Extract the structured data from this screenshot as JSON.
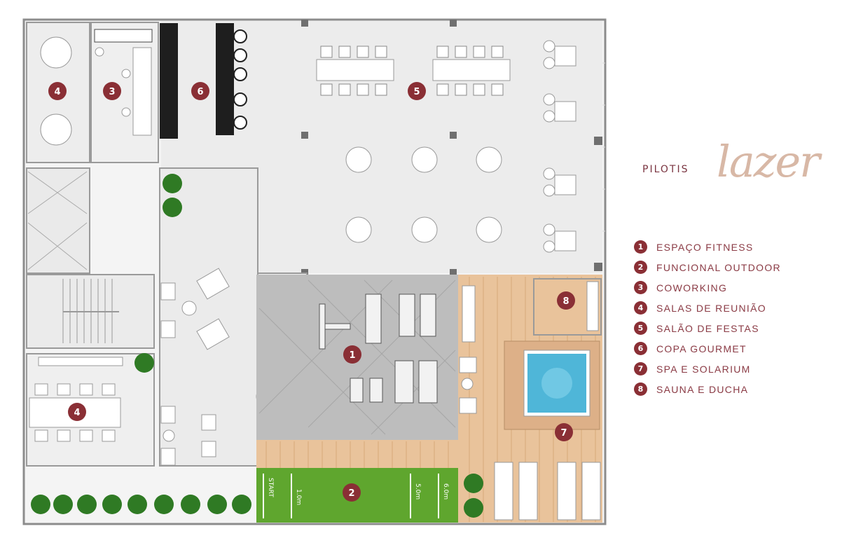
{
  "title": {
    "prefix": "PILOTIS",
    "word": "lazer"
  },
  "legend": [
    {
      "num": "1",
      "label": "ESPAÇO FITNESS"
    },
    {
      "num": "2",
      "label": "FUNCIONAL OUTDOOR"
    },
    {
      "num": "3",
      "label": "COWORKING"
    },
    {
      "num": "4",
      "label": "SALAS DE REUNIÃO"
    },
    {
      "num": "5",
      "label": "SALÃO DE FESTAS"
    },
    {
      "num": "6",
      "label": "COPA GOURMET"
    },
    {
      "num": "7",
      "label": "SPA E SOLARIUM"
    },
    {
      "num": "8",
      "label": "SAUNA E DUCHA"
    }
  ],
  "plan_markers": {
    "fitness": "1",
    "outdoor": "2",
    "coworking": "3",
    "meeting_top": "4",
    "meeting_bottom": "4",
    "party": "5",
    "copa": "6",
    "spa": "7",
    "sauna": "8"
  },
  "track_labels": {
    "start": "START",
    "m1": "1.0m",
    "m5": "5.0m",
    "m6": "6.0m"
  },
  "colors": {
    "marker": "#8a2f35",
    "floor": "#e6e6e6",
    "gym": "#bdbdbd",
    "deck": "#e9c39b",
    "lawn": "#5fa62e",
    "pool": "#4fb6d8",
    "trees": "#2f7a24"
  }
}
